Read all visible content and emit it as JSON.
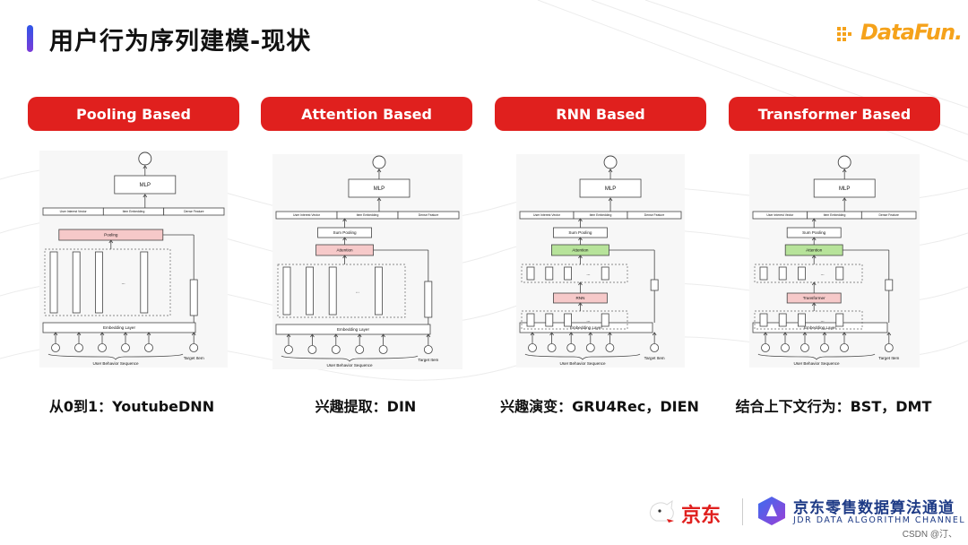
{
  "slide": {
    "title": "用户行为序列建模-现状",
    "brand": "DataFun.",
    "columns": [
      {
        "header": "Pooling Based",
        "caption": "从0到1：YoutubeDNN",
        "diagram": {
          "mlp": "MLP",
          "concat": [
            "User Interest Vector",
            "Item Embedding",
            "Dense Feature"
          ],
          "mid_blocks": [],
          "mid_highlight": "Pooling",
          "lower_block": "",
          "embedding": "Embedding Layer",
          "behavior_label": "User Behavior Sequence",
          "target_label": "Target Item",
          "ellipsis": "..."
        }
      },
      {
        "header": "Attention Based",
        "caption": "兴趣提取：DIN",
        "diagram": {
          "mlp": "MLP",
          "concat": [
            "User Interest Vector",
            "Item Embedding",
            "Dense Feature"
          ],
          "mid_blocks": [
            "Sum Pooling"
          ],
          "mid_highlight": "Attention",
          "lower_block": "",
          "embedding": "Embedding Layer",
          "behavior_label": "User Behavior Sequence",
          "target_label": "Target Item",
          "ellipsis": "..."
        }
      },
      {
        "header": "RNN Based",
        "caption": "兴趣演变：GRU4Rec，DIEN",
        "diagram": {
          "mlp": "MLP",
          "concat": [
            "User Interest Vector",
            "Item Embedding",
            "Dense Feature"
          ],
          "mid_blocks": [
            "Sum Pooling"
          ],
          "mid_highlight": "Attention",
          "lower_block": "RNN",
          "embedding": "Embedding Layer",
          "behavior_label": "User Behavior Sequence",
          "target_label": "Target Item",
          "ellipsis": "..."
        }
      },
      {
        "header": "Transformer Based",
        "caption": "结合上下文行为：BST，DMT",
        "diagram": {
          "mlp": "MLP",
          "concat": [
            "User Interest Vector",
            "Item Embedding",
            "Dense Feature"
          ],
          "mid_blocks": [
            "Sum Pooling"
          ],
          "mid_highlight": "Attention",
          "lower_block": "Transformer",
          "embedding": "Embedding Layer",
          "behavior_label": "User Behavior Sequence",
          "target_label": "Target Item",
          "ellipsis": "..."
        }
      }
    ]
  },
  "footer": {
    "jd": "京东",
    "channel_cn": "京东零售数据算法通道",
    "channel_en": "JDR DATA ALGORITHM CHANNEL",
    "watermark": "CSDN @汀、"
  },
  "colors": {
    "accent_red": "#e0201e",
    "pink_block": "#f6c9c9",
    "green_block": "#b7e39a",
    "brand_orange": "#f5a21b",
    "jdr_blue": "#1e3b86"
  },
  "icons": [
    "datafun-logo-icon",
    "jd-dog-icon",
    "jdr-logo-icon"
  ]
}
